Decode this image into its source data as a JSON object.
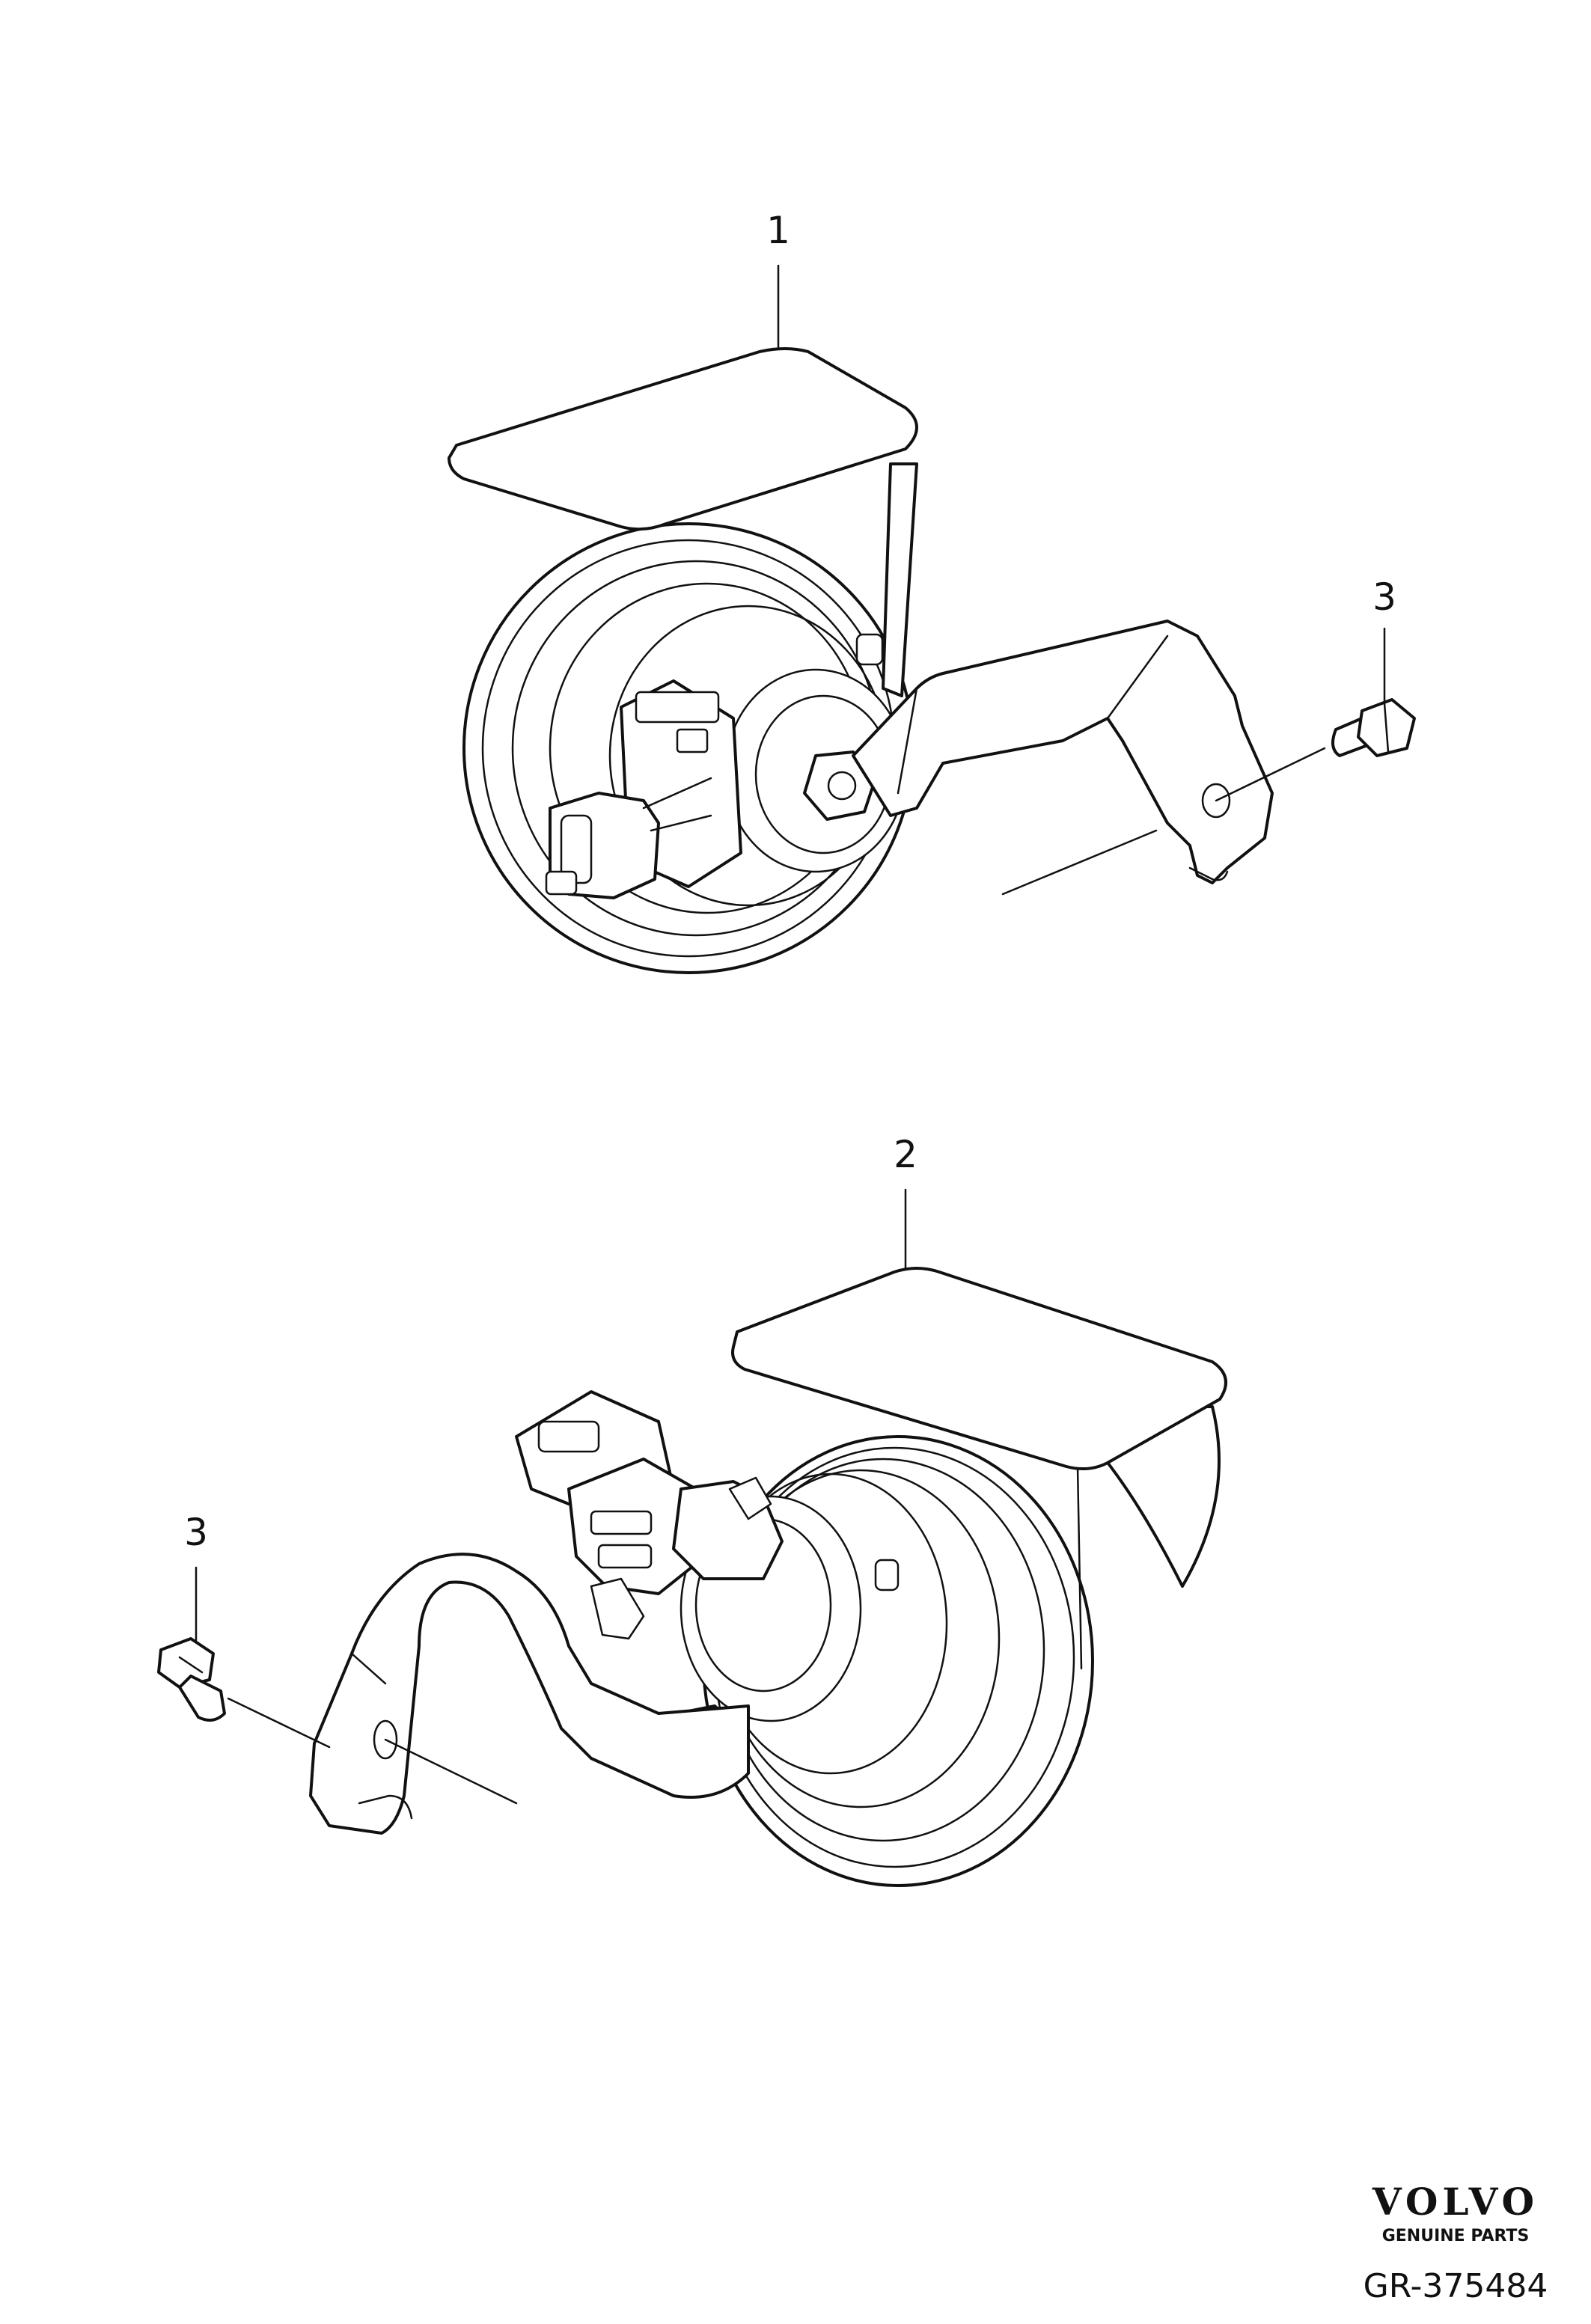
{
  "callouts": {
    "part_1": "1",
    "part_2": "2",
    "part_3_upper": "3",
    "part_3_lower": "3"
  },
  "logo": {
    "brand": "VOLVO",
    "tagline": "GENUINE PARTS"
  },
  "reference_code": "GR-375484",
  "colors": {
    "line": "#111111",
    "background": "#ffffff"
  }
}
